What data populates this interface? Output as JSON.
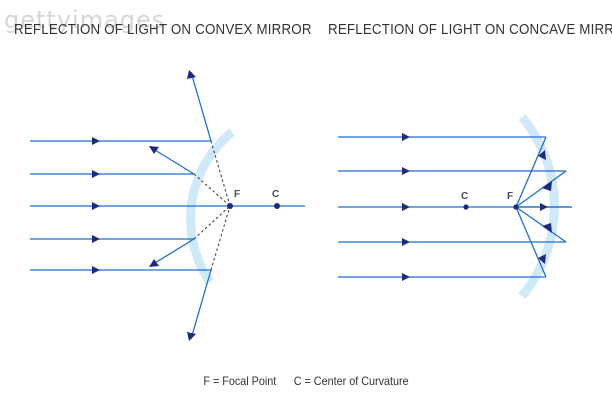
{
  "watermark": "gettyimages",
  "titles": {
    "convex": "REFLECTION OF LIGHT ON CONVEX MIRROR",
    "concave": "REFLECTION OF LIGHT ON CONCAVE MIRROR"
  },
  "labels": {
    "focal": "F",
    "center": "C"
  },
  "legend": {
    "focal": "F = Focal Point",
    "center": "C = Center of Curvature"
  },
  "colors": {
    "ray": "#1e6fd0",
    "arrow": "#1f2a7a",
    "mirror": "#cfe9f8",
    "point": "#1f2a7a",
    "dashed": "#333333"
  }
}
